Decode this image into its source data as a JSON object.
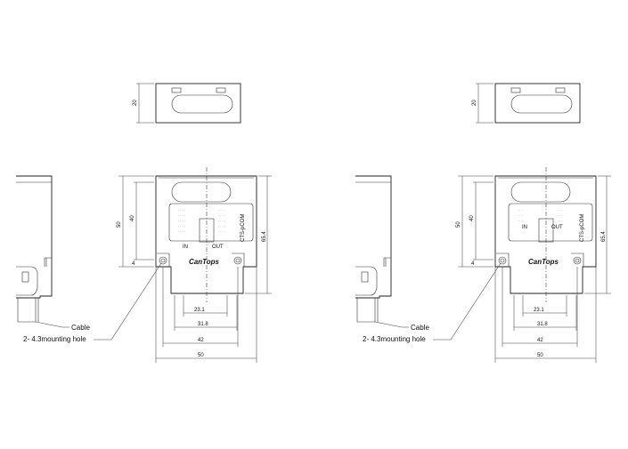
{
  "views": [
    {
      "name": "left",
      "dimensions": {
        "top_height": "20",
        "d50_left": "50",
        "d40": "40",
        "d4": "4",
        "d65": "65.4",
        "w23": "23.1",
        "w31": "31.8",
        "w42": "42",
        "w50": "50"
      },
      "labels": {
        "cable": "Cable",
        "mounting": "2- 4.3mounting hole",
        "in": "IN",
        "out": "OUT",
        "brand": "CanTops",
        "model": "CTS-pCOM"
      }
    },
    {
      "name": "right",
      "dimensions": {
        "top_height": "20",
        "d50_left": "50",
        "d40": "40",
        "d4": "4",
        "d65": "65.4",
        "w23": "23.1",
        "w31": "31.8",
        "w42": "42",
        "w50": "50"
      },
      "labels": {
        "cable": "Cable",
        "mounting": "2- 4.3mounting hole",
        "in": "IN",
        "out": "OUT",
        "brand": "CanTops",
        "model": "CTS-pCOM"
      }
    }
  ]
}
